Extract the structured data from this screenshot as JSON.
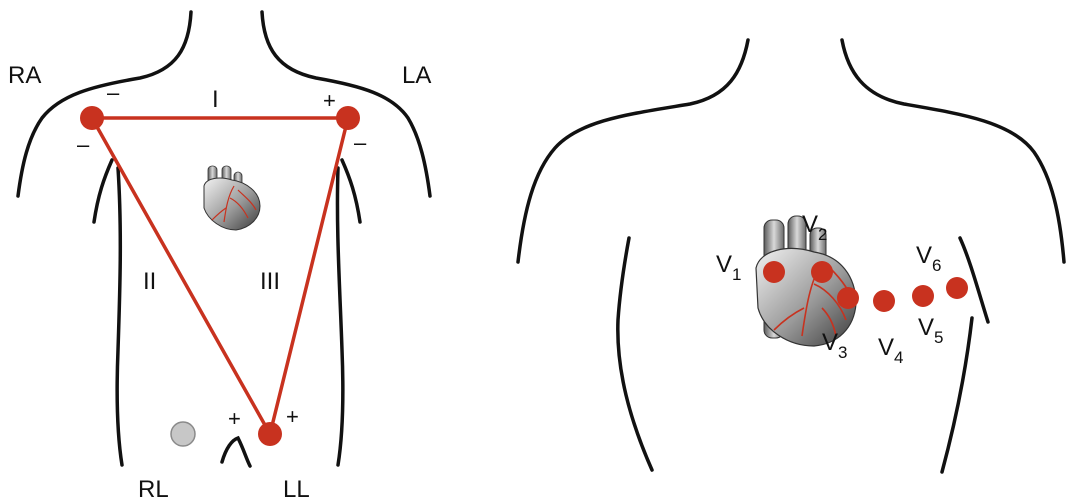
{
  "colors": {
    "outline": "#111111",
    "electrode": "#c8321f",
    "lead_line": "#c8321f",
    "ground_electrode": "#c7c7c7"
  },
  "icons": {
    "heart_left": "heart-icon",
    "heart_right": "heart-icon"
  },
  "limb_leads": {
    "electrodes": {
      "ra": "RA",
      "la": "LA",
      "ll": "LL",
      "rl": "RL"
    },
    "lead_names": {
      "lead_1": "I",
      "lead_2": "II",
      "lead_3": "III"
    },
    "polarity": {
      "ra_top": "–",
      "ra_bottom": "–",
      "la_top": "+",
      "la_bottom": "–",
      "ll_left": "+",
      "ll_right": "+"
    }
  },
  "chest_leads": [
    {
      "base": "V",
      "index": "1"
    },
    {
      "base": "V",
      "index": "2"
    },
    {
      "base": "V",
      "index": "3"
    },
    {
      "base": "V",
      "index": "4"
    },
    {
      "base": "V",
      "index": "5"
    },
    {
      "base": "V",
      "index": "6"
    }
  ]
}
